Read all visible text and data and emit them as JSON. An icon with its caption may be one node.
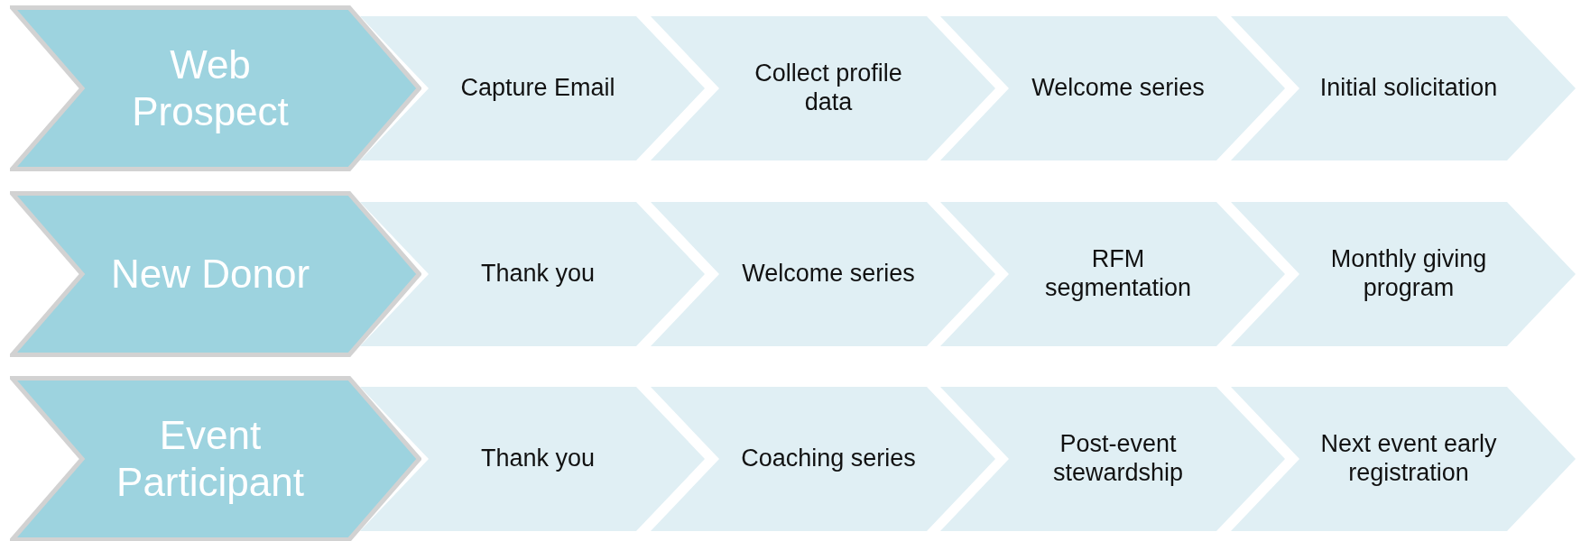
{
  "diagram": {
    "nodes": [
      {
        "text": [
          "Web Prospect"
        ]
      },
      {
        "text": [
          "Capture Email"
        ]
      },
      {
        "text": [
          "Collect profile data"
        ]
      },
      {
        "text": [
          "Welcome series"
        ]
      },
      {
        "text": [
          "Initial solicitation"
        ]
      },
      {
        "text": [
          "New Donor"
        ]
      },
      {
        "text": [
          "Thank you"
        ]
      },
      {
        "text": [
          "Welcome series"
        ]
      },
      {
        "text": [
          "RFM segmentation"
        ]
      },
      {
        "text": [
          "Monthly giving program"
        ]
      },
      {
        "text": [
          "Event Participant"
        ]
      },
      {
        "text": [
          "Thank you"
        ]
      },
      {
        "text": [
          "Coaching series"
        ]
      },
      {
        "text": [
          "Post-event stewardship"
        ]
      },
      {
        "text": [
          "Next event early registration"
        ]
      }
    ]
  }
}
